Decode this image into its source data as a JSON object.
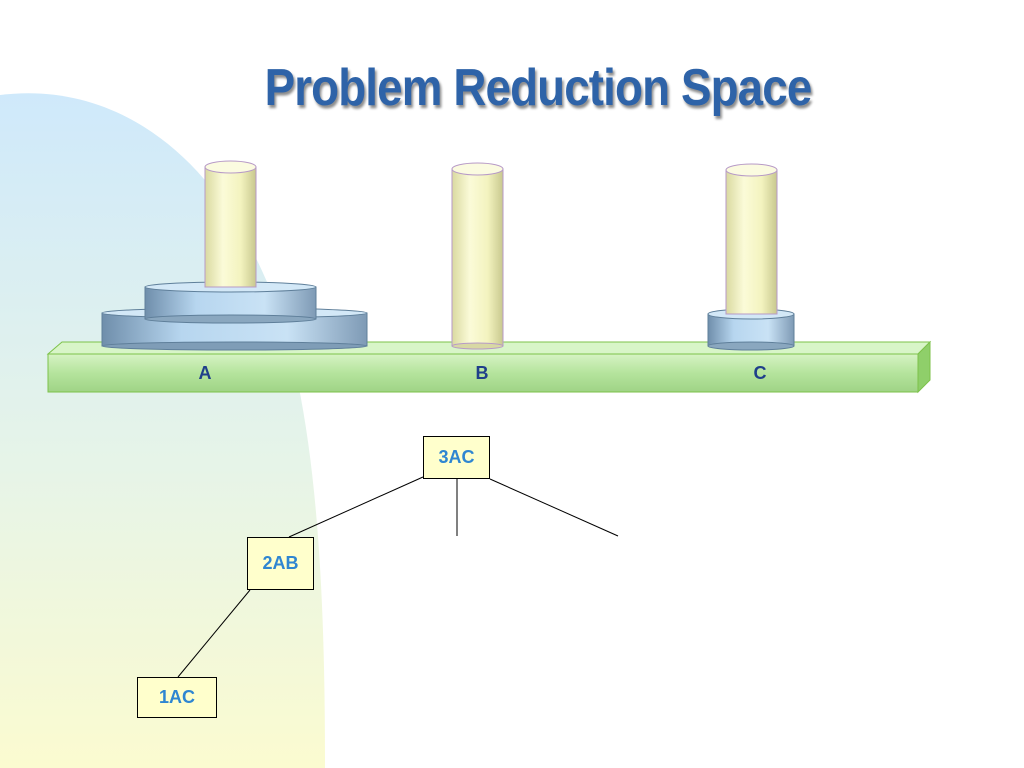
{
  "slide": {
    "title": "Problem Reduction Space"
  },
  "tower": {
    "pegs": [
      {
        "id": "A",
        "label": "A"
      },
      {
        "id": "B",
        "label": "B"
      },
      {
        "id": "C",
        "label": "C"
      }
    ]
  },
  "tree": {
    "nodes": [
      {
        "id": "3ac",
        "label": "3AC"
      },
      {
        "id": "2ab",
        "label": "2AB"
      },
      {
        "id": "1ac",
        "label": "1AC"
      }
    ]
  },
  "colors": {
    "title": "#2e63a8",
    "node_text": "#2f86d1",
    "node_fill": "#ffffcc",
    "base_fill": "#b6e6a0",
    "peg_fill": "#f5f5c0",
    "disk_fill": "#9cc3e0"
  }
}
